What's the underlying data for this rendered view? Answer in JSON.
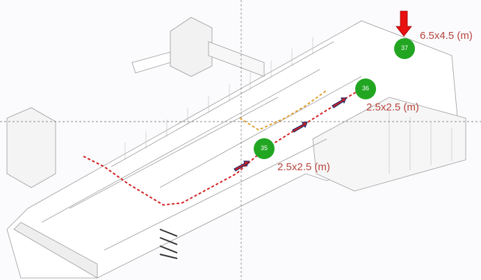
{
  "markers": [
    {
      "id": "marker-35",
      "number": "35",
      "size_label": "2.5x2.5 (m)"
    },
    {
      "id": "marker-36",
      "number": "36",
      "size_label": "2.5x2.5 (m)"
    },
    {
      "id": "marker-37",
      "number": "37",
      "size_label": "6.5x4.5 (m)"
    }
  ],
  "colors": {
    "marker": "#22a622",
    "route": "#d42020",
    "alt_route": "#e0a030",
    "label": "#b5443c",
    "arrow": "#e81010"
  }
}
